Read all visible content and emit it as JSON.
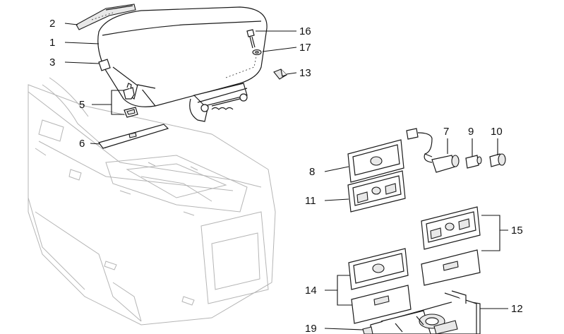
{
  "callouts": [
    {
      "id": "1",
      "text": "1"
    },
    {
      "id": "2",
      "text": "2"
    },
    {
      "id": "3",
      "text": "3"
    },
    {
      "id": "5",
      "text": "5"
    },
    {
      "id": "6",
      "text": "6"
    },
    {
      "id": "7",
      "text": "7"
    },
    {
      "id": "8",
      "text": "8"
    },
    {
      "id": "9",
      "text": "9"
    },
    {
      "id": "10",
      "text": "10"
    },
    {
      "id": "11",
      "text": "11"
    },
    {
      "id": "12",
      "text": "12"
    },
    {
      "id": "13",
      "text": "13"
    },
    {
      "id": "14",
      "text": "14"
    },
    {
      "id": "15",
      "text": "15"
    },
    {
      "id": "16",
      "text": "16"
    },
    {
      "id": "17",
      "text": "17"
    },
    {
      "id": "19",
      "text": "19"
    }
  ]
}
